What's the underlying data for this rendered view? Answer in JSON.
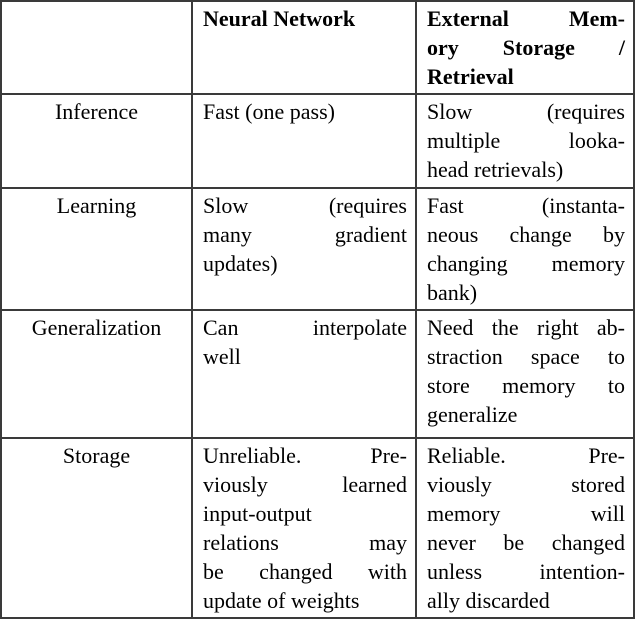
{
  "table": {
    "columns": [
      {
        "id": "property",
        "header": ""
      },
      {
        "id": "neural_network",
        "header": "Neural Network"
      },
      {
        "id": "external_memory",
        "header": "External Memory Storage / Retrieval"
      }
    ],
    "header_lines": {
      "neural_network": [
        "Neural Network"
      ],
      "external_memory": [
        "External   Mem-",
        "ory    Storage    /",
        "Retrieval"
      ]
    },
    "rows": [
      {
        "label": "Inference",
        "neural_network": "Fast (one pass)",
        "external_memory": "Slow (requires multiple lookahead retrievals)",
        "neural_network_lines": [
          "Fast (one pass)"
        ],
        "external_memory_lines": [
          "Slow      (requires",
          "multiple     looka-",
          "head retrievals)"
        ]
      },
      {
        "label": "Learning",
        "neural_network": "Slow (requires many gradient updates)",
        "external_memory": "Fast (instantaneous change by changing memory bank)",
        "neural_network_lines": [
          "Slow      (requires",
          "many      gradient",
          "updates)"
        ],
        "external_memory_lines": [
          "Fast    (instanta-",
          "neous  change  by",
          "changing memory",
          "bank)"
        ]
      },
      {
        "label": "Generalization",
        "neural_network": "Can interpolate well",
        "external_memory": "Need the right abstraction space to store memory to generalize",
        "neural_network_lines": [
          "Can    interpolate",
          "well"
        ],
        "external_memory_lines": [
          "Need the right ab-",
          "straction space to",
          "store  memory  to",
          "generalize"
        ]
      },
      {
        "label": "Storage",
        "neural_network": "Unreliable. Previously learned input-output relations may be changed with update of weights",
        "external_memory": "Reliable. Previously stored memory will never be changed unless intentionally discarded",
        "neural_network_lines": [
          "Unreliable.    Pre-",
          "viously    learned",
          "input-output",
          "relations      may",
          "be  changed  with",
          "update of weights"
        ],
        "external_memory_lines": [
          "Reliable.      Pre-",
          "viously      stored",
          "memory       will",
          "never be changed",
          "unless  intention-",
          "ally discarded"
        ]
      }
    ]
  },
  "style": {
    "border_color": "#3a3a3a",
    "text_color": "#000000",
    "background": "#ffffff"
  }
}
